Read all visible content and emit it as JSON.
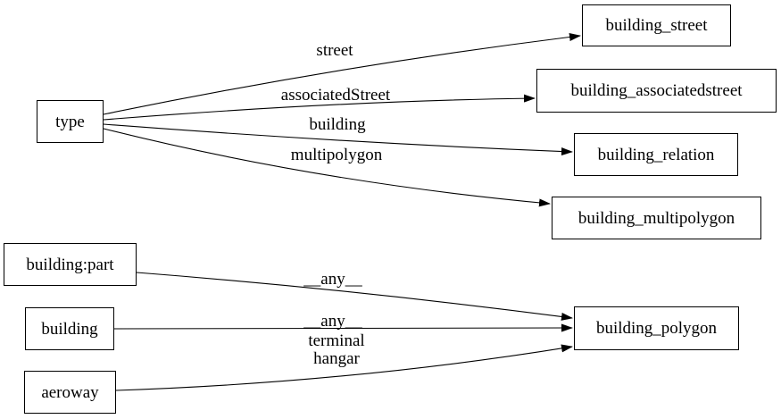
{
  "diagram": {
    "type": "directed-graph",
    "background_color": "#ffffff",
    "line_color": "#000000",
    "text_color": "#000000",
    "nodes": {
      "type": {
        "label": "type"
      },
      "building_part": {
        "label": "building:part"
      },
      "building": {
        "label": "building"
      },
      "aeroway": {
        "label": "aeroway"
      },
      "building_street": {
        "label": "building_street"
      },
      "building_associatedstreet": {
        "label": "building_associatedstreet"
      },
      "building_relation": {
        "label": "building_relation"
      },
      "building_multipolygon": {
        "label": "building_multipolygon"
      },
      "building_polygon": {
        "label": "building_polygon"
      }
    },
    "edges": [
      {
        "from": "type",
        "to": "building_street",
        "label": "street"
      },
      {
        "from": "type",
        "to": "building_associatedstreet",
        "label": "associatedStreet"
      },
      {
        "from": "type",
        "to": "building_relation",
        "label": "building"
      },
      {
        "from": "type",
        "to": "building_multipolygon",
        "label": "multipolygon"
      },
      {
        "from": "building_part",
        "to": "building_polygon",
        "label": "__any__"
      },
      {
        "from": "building",
        "to": "building_polygon",
        "label": "__any__"
      },
      {
        "from": "aeroway",
        "to": "building_polygon",
        "label": "terminal\nhangar"
      }
    ]
  }
}
